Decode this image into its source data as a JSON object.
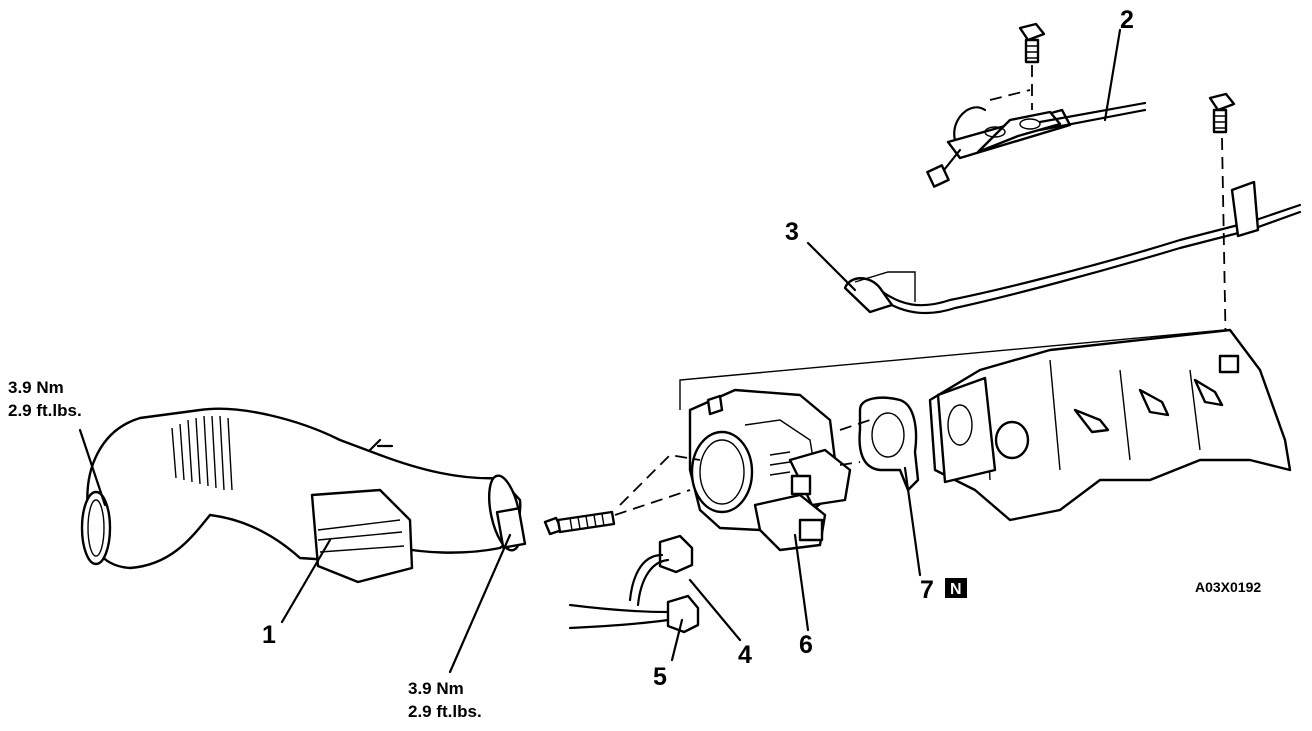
{
  "diagram": {
    "callouts": [
      {
        "id": "1",
        "label": "1"
      },
      {
        "id": "2",
        "label": "2"
      },
      {
        "id": "3",
        "label": "3"
      },
      {
        "id": "4",
        "label": "4"
      },
      {
        "id": "5",
        "label": "5"
      },
      {
        "id": "6",
        "label": "6"
      },
      {
        "id": "7",
        "label": "7"
      }
    ],
    "replace_mark": "N",
    "torque_left": {
      "metric": "3.9 Nm",
      "imperial": "2.9 ft.lbs."
    },
    "torque_bottom": {
      "metric": "3.9 Nm",
      "imperial": "2.9 ft.lbs."
    },
    "figure_code": "A03X0192"
  }
}
